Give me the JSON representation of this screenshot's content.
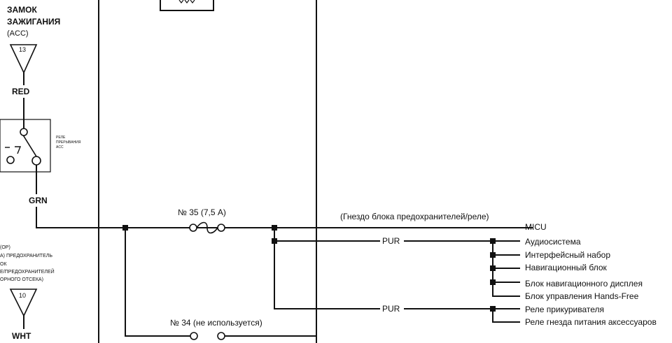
{
  "ignition": {
    "title_line1": "ЗАМОК",
    "title_line2": "ЗАЖИГАНИЯ",
    "title_line3": "(ACC)",
    "terminal": "13",
    "wire_color": "RED"
  },
  "relay": {
    "label_line1": "РЕЛЕ",
    "label_line2": "ПРЕРЫВАНИЯ",
    "label_line3": "ACC",
    "output_wire": "GRN"
  },
  "fuse_source": {
    "line1": "(ОР)",
    "line2": "А) ПРЕДОХРАНИТЕЛЬ",
    "line3": "ОК",
    "line4": "Е/ПРЕДОХРАНИТЕЛЕЙ",
    "line5": "ОРНОГО ОТСЕКА)",
    "terminal": "10",
    "wire_color": "WHT"
  },
  "fuses": {
    "f35": "№ 35 (7,5 А)",
    "f34": "№ 34 (не используется)",
    "socket": "(Гнездо блока предохранителей/реле)"
  },
  "wires": {
    "pur_top": "PUR",
    "pur_bottom": "PUR"
  },
  "destinations": {
    "micu": "MICU",
    "audio": "Аудиосистема",
    "interface": "Интерфейсный набор",
    "navigation": "Навигационный блок",
    "nav_display": "Блок навигационного дисплея",
    "handsfree": "Блок управления Hands-Free",
    "cigar_relay": "Реле прикуривателя",
    "accessory_relay": "Реле гнезда питания аксессуаров"
  }
}
